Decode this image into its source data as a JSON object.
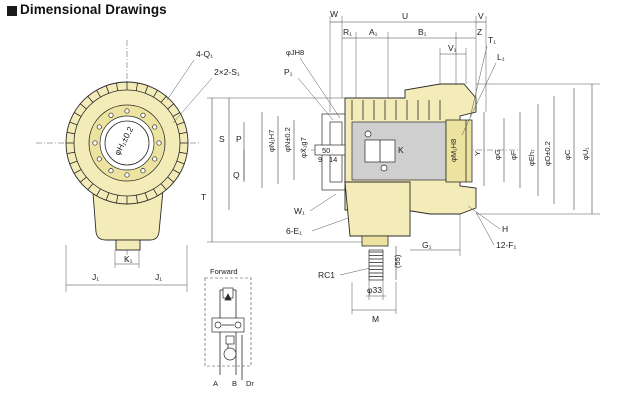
{
  "header": {
    "title": "Dimensional Drawings"
  },
  "labels": {
    "q1": "4-Q₁",
    "s1": "2×2-S₁",
    "h1": "φH₁±0.2",
    "j1_left": "J₁",
    "k1": "K₁",
    "j1_right": "J₁",
    "forward": "Forward",
    "port_a": "A",
    "port_b": "B",
    "port_dr": "Dr",
    "w": "W",
    "u": "U",
    "v": "V",
    "r1": "R₁",
    "a1": "A₁",
    "b1": "B₁",
    "z": "Z",
    "v1": "V₁",
    "t1": "T₁",
    "l1": "L₁",
    "jh8": "φJH8",
    "p1": "P₁",
    "s": "S",
    "p": "P",
    "n1": "φN₁H7",
    "n": "φN±0.2",
    "x1": "φX₁g7",
    "c50": "50",
    "q": "Q",
    "t": "T",
    "c9": "9",
    "c14": "14",
    "k": "K",
    "m1": "φM₁H8",
    "g": "φG",
    "f": "φF",
    "e": "φEh₇",
    "d": "φD±0.2",
    "c": "φC",
    "u1": "φU₁",
    "y": "Y",
    "w1": "W₁",
    "e1": "6-E₁",
    "h": "H",
    "g1": "G₁",
    "f1": "12-F₁",
    "rc1": "RC1",
    "c55": "(55)",
    "d33": "φ33",
    "m": "M"
  },
  "colors": {
    "body": "#f3ecb8",
    "gray": "#cfcfcf",
    "line": "#2a2a2a"
  }
}
